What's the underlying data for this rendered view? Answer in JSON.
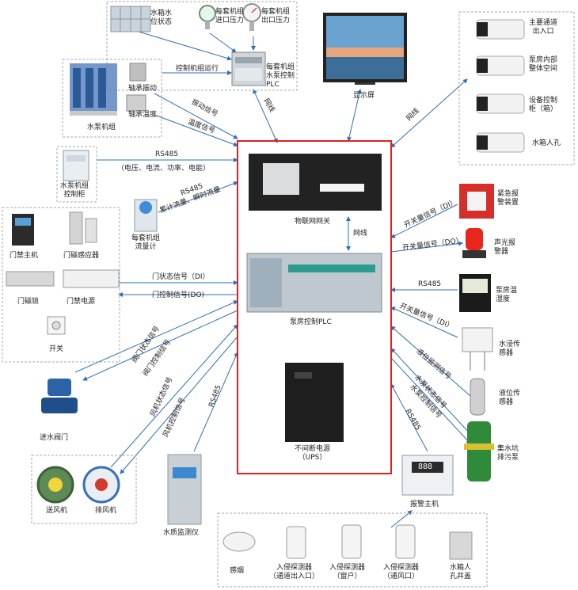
{
  "colors": {
    "line": "#2f6fb5",
    "frame": "#e02020",
    "dash": "#aaaaaa"
  },
  "center": {
    "gateway": "物联网网关",
    "network_link": "网线",
    "plc": "泵房控制PLC",
    "ups_line1": "不间断电源",
    "ups_line2": "（UPS）"
  },
  "top": {
    "tank_status": [
      "水箱水",
      "位状态"
    ],
    "inlet_pressure": [
      "每套机组",
      "进口压力"
    ],
    "outlet_pressure": [
      "每套机组",
      "出口压力"
    ],
    "unit_plc": [
      "每套机组",
      "水泵控制",
      "PLC"
    ],
    "unit_run": "控制机组运行",
    "plc_net": "网线",
    "display": "显示屏",
    "display_net": "网线",
    "cameras": [
      [
        "主要通道",
        "出入口"
      ],
      [
        "泵房内部",
        "整体空间"
      ],
      [
        "设备控制",
        "柜（箱）"
      ],
      [
        "水箱人孔"
      ]
    ],
    "camera_net": "网线"
  },
  "left": {
    "pump_group": "水泵机组",
    "bearing_vib": "轴承振动",
    "bearing_temp": "轴承温度",
    "vib_signal": "振动信号",
    "temp_signal": "温度信号",
    "cabinet": [
      "水泵机组",
      "控制柜"
    ],
    "rs485_a": "RS485",
    "rs485_a_sub": "（电压、电流、功率、电能）",
    "flowmeter": [
      "每套机组",
      "流量计"
    ],
    "rs485_b": "RS485",
    "rs485_b_sub": "累计流量、瞬时流量",
    "access_host": "门禁主机",
    "door_sensor": "门磁感应器",
    "door_lock": "门磁锁",
    "access_power": "门禁电源",
    "exit_switch": "开关",
    "door_state": "门状态信号（DI）",
    "door_ctrl": "门控制信号(DO)",
    "valve_state": "阀门状态信号",
    "valve_ctrl": "阀门控制信号",
    "inlet_valve": "进水阀门",
    "fan_state": "风机状态信号",
    "fan_ctrl": "风机控制信号",
    "rs485_c": "RS485",
    "supply_fan": "送风机",
    "exhaust_fan": "排风机",
    "water_quality": "水质监测仪"
  },
  "right": {
    "alarm_btn": [
      "紧急报",
      "警装置"
    ],
    "alarm_sig": "开关量信号（DI）",
    "strobe": [
      "声光报",
      "警器"
    ],
    "strobe_sig": "开关量信号（DO）",
    "rs485_d": "RS485",
    "thermo": [
      "泵房温",
      "湿度"
    ],
    "leak_sig": "开关量信号（DI）",
    "leak": [
      "水浸传",
      "感器"
    ],
    "level_sig": "液位监测信号",
    "level": [
      "液位传",
      "感器"
    ],
    "pump_state": "水泵状态信号",
    "pump_ctrl": "水泵控制信号",
    "sump_pump": [
      "集水坑",
      "排污泵"
    ],
    "rs485_e": "RS485",
    "alarm_host": "报警主机",
    "alarm_panel": "888"
  },
  "bottom": {
    "smoke": "感烟",
    "det1": [
      "入侵探测器",
      "（通道出入口）"
    ],
    "det2": [
      "入侵探测器",
      "（窗户）"
    ],
    "det3": [
      "入侵探测器",
      "（通风口）"
    ],
    "manhole": [
      "水箱人",
      "孔井盖"
    ]
  }
}
